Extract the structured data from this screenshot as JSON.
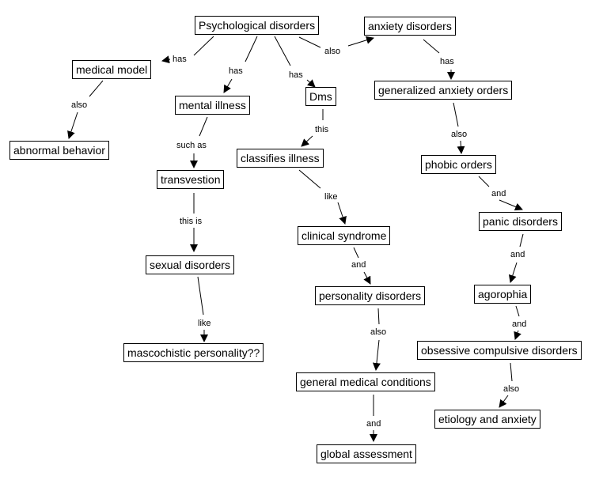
{
  "nodes": {
    "psych": "Psychological disorders",
    "medical_model": "medical model",
    "mental_illness": "mental illness",
    "dms": "Dms",
    "anxiety": "anxiety disorders",
    "abnormal": "abnormal behavior",
    "gen_anx": "generalized anxiety orders",
    "classifies": "classifies illness",
    "transvestion": "transvestion",
    "phobic": "phobic orders",
    "clinical": "clinical syndrome",
    "panic": "panic disorders",
    "sexual": "sexual disorders",
    "personality": "personality disorders",
    "agoraphia": "agorophia",
    "masoch": "mascochistic personality??",
    "ocd": "obsessive compulsive disorders",
    "gen_med": "general medical conditions",
    "etiology": "etiology and anxiety",
    "global": "global assessment"
  },
  "links": {
    "has_medical": "has",
    "has_mental": "has",
    "has_dms": "has",
    "also_anxiety": "also",
    "also_abnormal": "also",
    "has_gen_anx": "has",
    "such_as": "such as",
    "this_dms": "this",
    "also_phobic": "also",
    "like_clinical": "like",
    "this_is": "this is",
    "and_panic": "and",
    "and_personality": "and",
    "like_masoch": "like",
    "and_agoraphia": "and",
    "also_gen_med": "also",
    "and_ocd": "and",
    "also_etiology": "also",
    "and_global": "and"
  }
}
